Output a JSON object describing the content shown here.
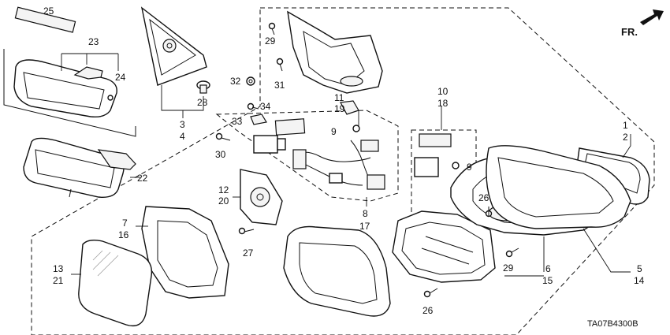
{
  "diagram": {
    "direction_arrow": "FR.",
    "reference_code": "TA07B4300B",
    "callouts": {
      "c25": "25",
      "c23": "23",
      "c24": "24",
      "c22": "22",
      "c3": "3",
      "c4": "4",
      "c28": "28",
      "c32": "32",
      "c29a": "29",
      "c31": "31",
      "c11": "11",
      "c19": "19",
      "c34": "34",
      "c33": "33",
      "c9a": "9",
      "c30": "30",
      "c10": "10",
      "c18": "18",
      "c9b": "9",
      "c1": "1",
      "c2": "2",
      "c12": "12",
      "c20": "20",
      "c8": "8",
      "c17": "17",
      "c27": "27",
      "c26a": "26",
      "c7": "7",
      "c16": "16",
      "c13": "13",
      "c21": "21",
      "c6": "6",
      "c15": "15",
      "c5": "5",
      "c14": "14",
      "c29b": "29",
      "c26b": "26"
    }
  }
}
